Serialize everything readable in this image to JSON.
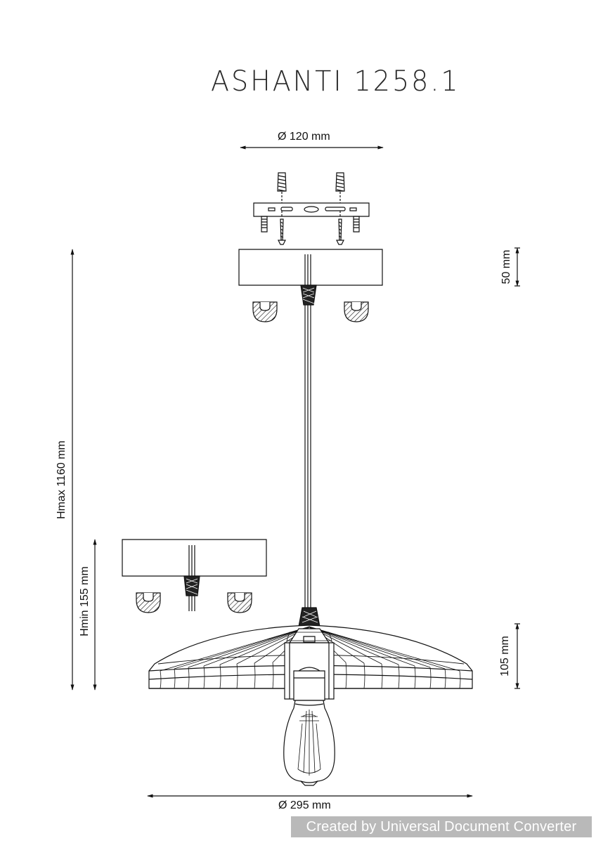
{
  "title": "ASHANTI 1258.1",
  "dimensions": {
    "canopy_diameter": "Ø 120 mm",
    "canopy_height": "50 mm",
    "max_height": "Hmax 1160 mm",
    "min_height": "Hmin 155 mm",
    "shade_height": "105 mm",
    "shade_diameter": "Ø 295 mm"
  },
  "watermark": "Created by Universal Document Converter",
  "colors": {
    "line": "#111111",
    "watermark_bg": "#b9b9b9",
    "watermark_text": "#ffffff"
  }
}
